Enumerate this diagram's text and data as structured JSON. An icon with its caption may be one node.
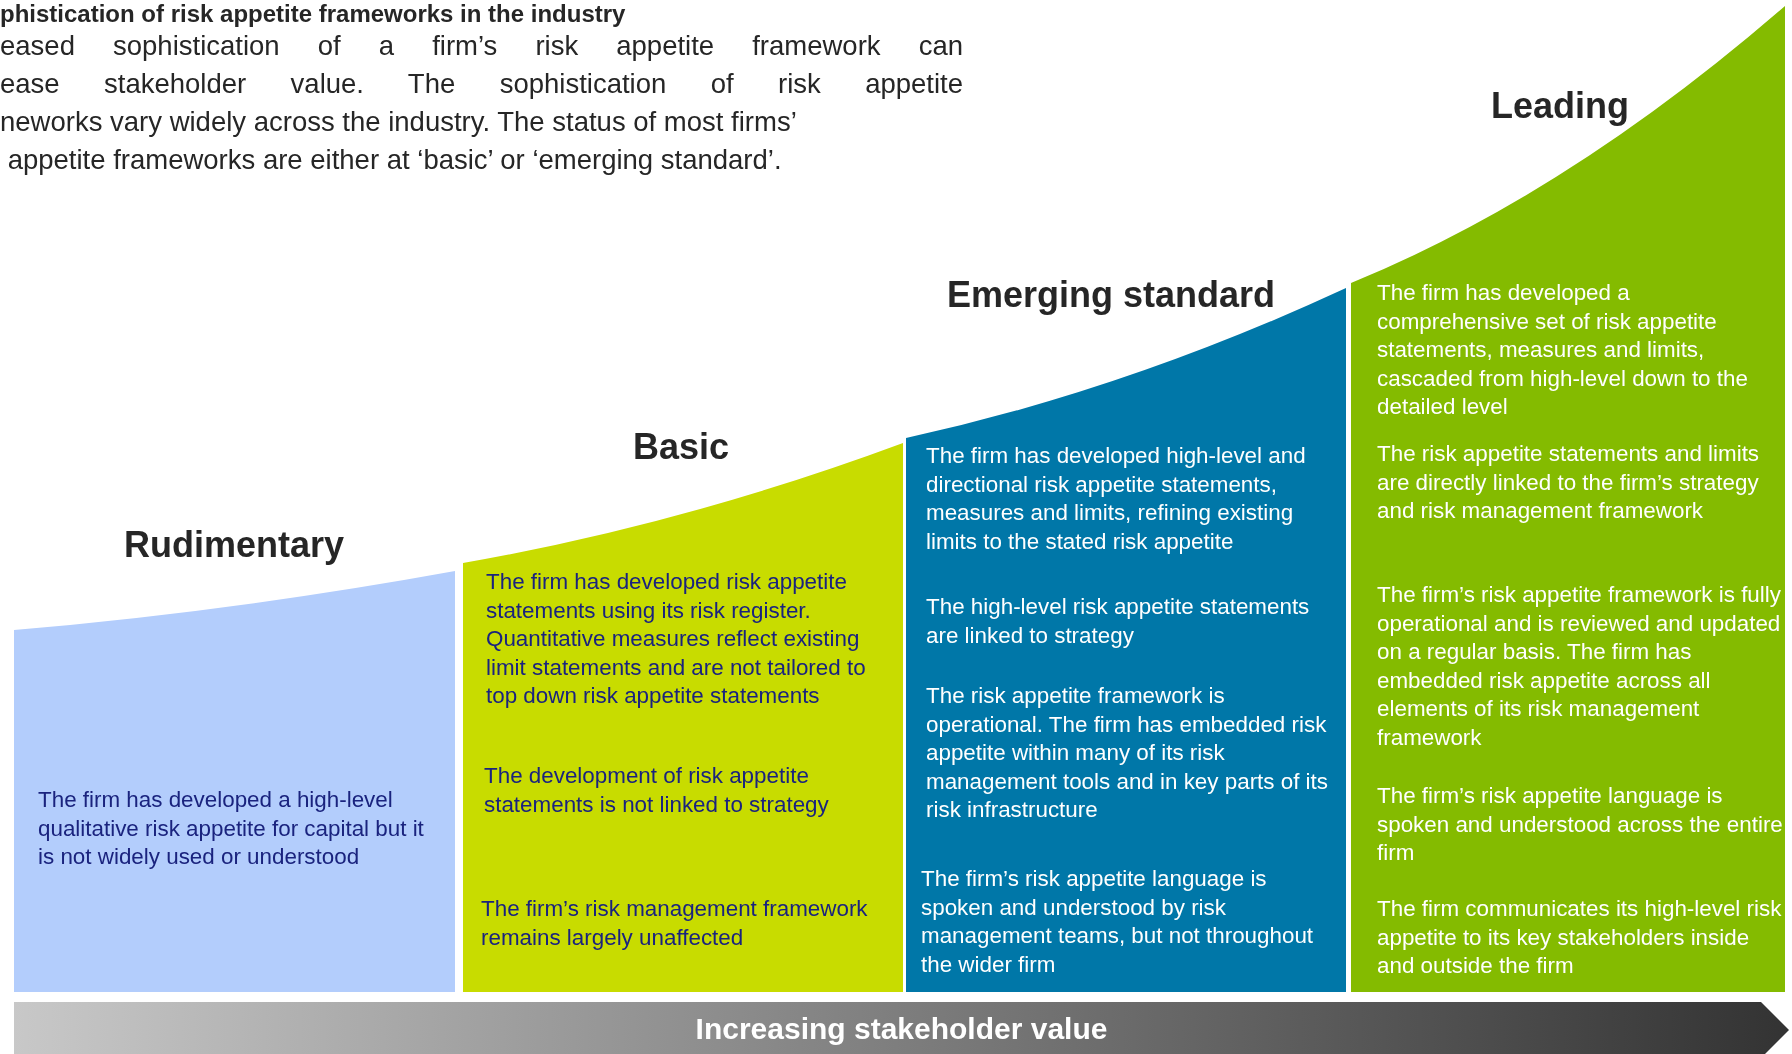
{
  "diagram": {
    "title": "phistication of risk appetite frameworks in the industry",
    "nodes": [
      {
        "text": [
          "Rudimentary",
          "The firm has developed a high-level qualitative risk appetite for capital but it is not widely used or understood"
        ]
      },
      {
        "text": [
          "Basic",
          "The firm has developed risk appetite statements using its risk register. Quantitative measures reflect existing limit statements and are not tailored to top down risk appetite statements",
          "The development of risk appetite statements is not linked to strategy",
          "The firm’s risk management framework remains largely unaffected"
        ]
      },
      {
        "text": [
          "Emerging standard",
          "The firm has developed high-level and directional risk appetite statements, measures and limits, refining existing limits to the stated risk appetite",
          "The high-level risk appetite statements are linked to strategy",
          "The risk appetite framework is operational.  The firm has embedded risk appetite within many of its risk management tools and in key parts of its risk infrastructure",
          "The firm’s risk appetite language is spoken and understood by risk management teams, but not throughout the wider firm"
        ]
      },
      {
        "text": [
          "Leading",
          "The firm has developed a comprehensive set of risk appetite statements, measures and limits, cascaded from high-level down to the detailed level",
          "The risk appetite statements and limits are directly linked to the firm’s strategy and risk management framework",
          "The firm’s risk appetite framework is fully operational and is reviewed and updated on a regular basis. The firm has embedded risk appetite across all elements of its risk management framework",
          "The firm’s risk appetite language is spoken and understood across the entire firm",
          "The firm communicates its high-level risk appetite to its key stakeholders inside and outside the firm"
        ]
      },
      {
        "text": [
          "Increasing stakeholder value"
        ]
      }
    ],
    "labels": [
      "eased sophistication of a firm’s risk appetite framework can",
      "ease stakeholder value. The sophistication of risk appetite",
      "neworks vary widely across the industry. The status of most firms’",
      " appetite frameworks are either at ‘basic’ or ‘emerging standard’."
    ]
  }
}
